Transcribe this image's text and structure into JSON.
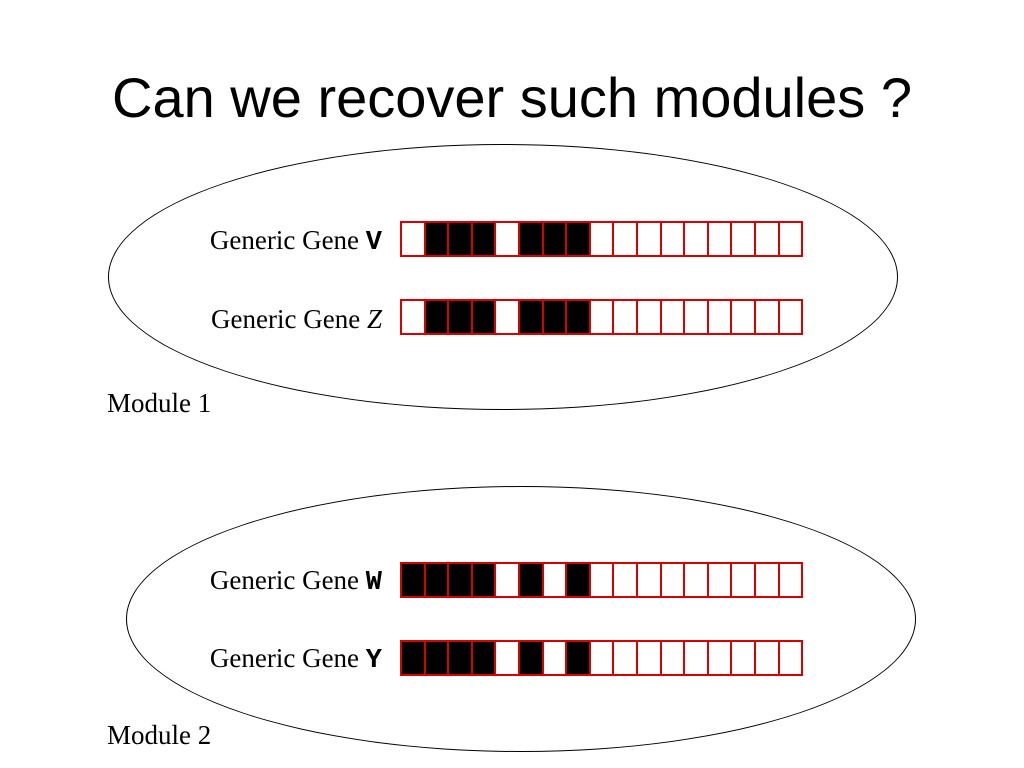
{
  "title": "Can we recover such modules ?",
  "colors": {
    "cell_border": "#d90000",
    "cell_on": "#000000",
    "cell_off": "#ffffff"
  },
  "modules": [
    {
      "label": "Module 1",
      "genes": [
        {
          "prefix": "Generic Gene",
          "name": "V",
          "name_style": "bold-mono",
          "pattern": [
            0,
            1,
            1,
            1,
            0,
            1,
            1,
            1,
            0,
            0,
            0,
            0,
            0,
            0,
            0,
            0,
            0
          ]
        },
        {
          "prefix": "Generic Gene",
          "name": "Z",
          "name_style": "italic",
          "pattern": [
            0,
            1,
            1,
            1,
            0,
            1,
            1,
            1,
            0,
            0,
            0,
            0,
            0,
            0,
            0,
            0,
            0
          ]
        }
      ]
    },
    {
      "label": "Module 2",
      "genes": [
        {
          "prefix": "Generic Gene",
          "name": "W",
          "name_style": "bold-mono",
          "pattern": [
            1,
            1,
            1,
            1,
            0,
            1,
            0,
            1,
            0,
            0,
            0,
            0,
            0,
            0,
            0,
            0,
            0
          ]
        },
        {
          "prefix": "Generic Gene",
          "name": "Y",
          "name_style": "bold-mono",
          "pattern": [
            1,
            1,
            1,
            1,
            0,
            1,
            0,
            1,
            0,
            0,
            0,
            0,
            0,
            0,
            0,
            0,
            0
          ]
        }
      ]
    }
  ]
}
